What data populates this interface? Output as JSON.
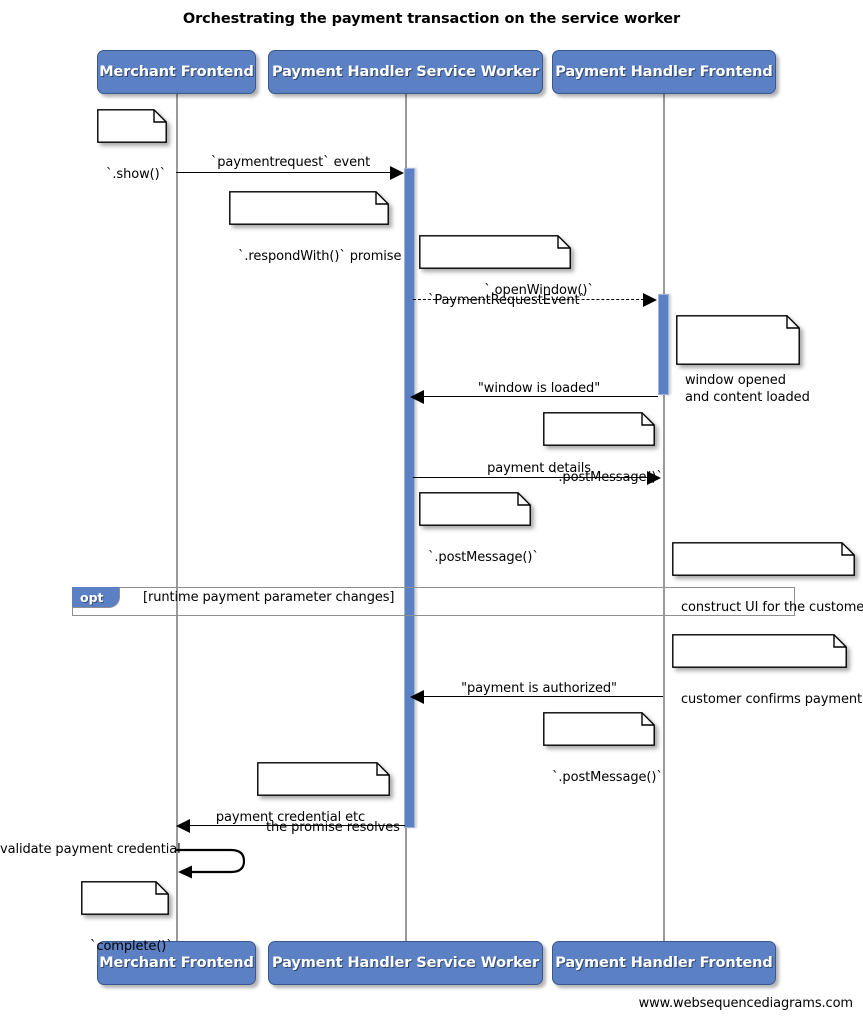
{
  "diagram": {
    "type": "sequence",
    "title": "Orchestrating the payment transaction on the service worker",
    "footer_credit": "www.websequencediagrams.com",
    "colors": {
      "participant_fill": "#5b80c4",
      "participant_border": "#39578f",
      "activation_fill": "#5b80c4",
      "lifeline": "#9a9a9a",
      "note_fill": "#ffffff",
      "line": "#000000",
      "fragment_border": "#8f8f8f"
    },
    "participants": [
      {
        "id": "merchant-frontend",
        "label": "Merchant Frontend"
      },
      {
        "id": "payment-handler-service-worker",
        "label": "Payment Handler Service Worker"
      },
      {
        "id": "payment-handler-frontend",
        "label": "Payment Handler Frontend"
      }
    ],
    "messages": [
      {
        "id": "m1",
        "label": "`paymentrequest` event",
        "from": "merchant-frontend",
        "to": "payment-handler-service-worker",
        "style": "solid"
      },
      {
        "id": "m2",
        "label": "`.openWindow()`",
        "from": "payment-handler-service-worker",
        "to": "payment-handler-frontend",
        "style": "dashed"
      },
      {
        "id": "m3",
        "label": "\"window is loaded\"",
        "from": "payment-handler-frontend",
        "to": "payment-handler-service-worker",
        "style": "solid"
      },
      {
        "id": "m4",
        "label": "payment details",
        "from": "payment-handler-service-worker",
        "to": "payment-handler-frontend",
        "style": "solid"
      },
      {
        "id": "m5",
        "label": "\"payment is authorized\"",
        "from": "payment-handler-frontend",
        "to": "payment-handler-service-worker",
        "style": "solid"
      },
      {
        "id": "m6",
        "label": "payment credential etc",
        "from": "payment-handler-service-worker",
        "to": "merchant-frontend",
        "style": "solid"
      },
      {
        "id": "m7",
        "label": "validate payment credential",
        "from": "merchant-frontend",
        "to": "merchant-frontend",
        "style": "self"
      }
    ],
    "notes": [
      {
        "id": "n1",
        "text": "`.show()`"
      },
      {
        "id": "n2",
        "text": "`.respondWith()` promise"
      },
      {
        "id": "n3",
        "text": "`PaymentRequestEvent`"
      },
      {
        "id": "n4",
        "text": "window opened\nand content loaded"
      },
      {
        "id": "n5",
        "text": "`.postMessage()`"
      },
      {
        "id": "n6",
        "text": "`.postMessage()`"
      },
      {
        "id": "n7",
        "text": "construct UI for the customer"
      },
      {
        "id": "n8",
        "text": "customer confirms payment"
      },
      {
        "id": "n9",
        "text": "`.postMessage()`"
      },
      {
        "id": "n10",
        "text": "the promise resolves"
      },
      {
        "id": "n11",
        "text": "`complete()`"
      }
    ],
    "fragments": [
      {
        "id": "f1",
        "operator": "opt",
        "condition": "[runtime payment parameter changes]"
      }
    ]
  }
}
